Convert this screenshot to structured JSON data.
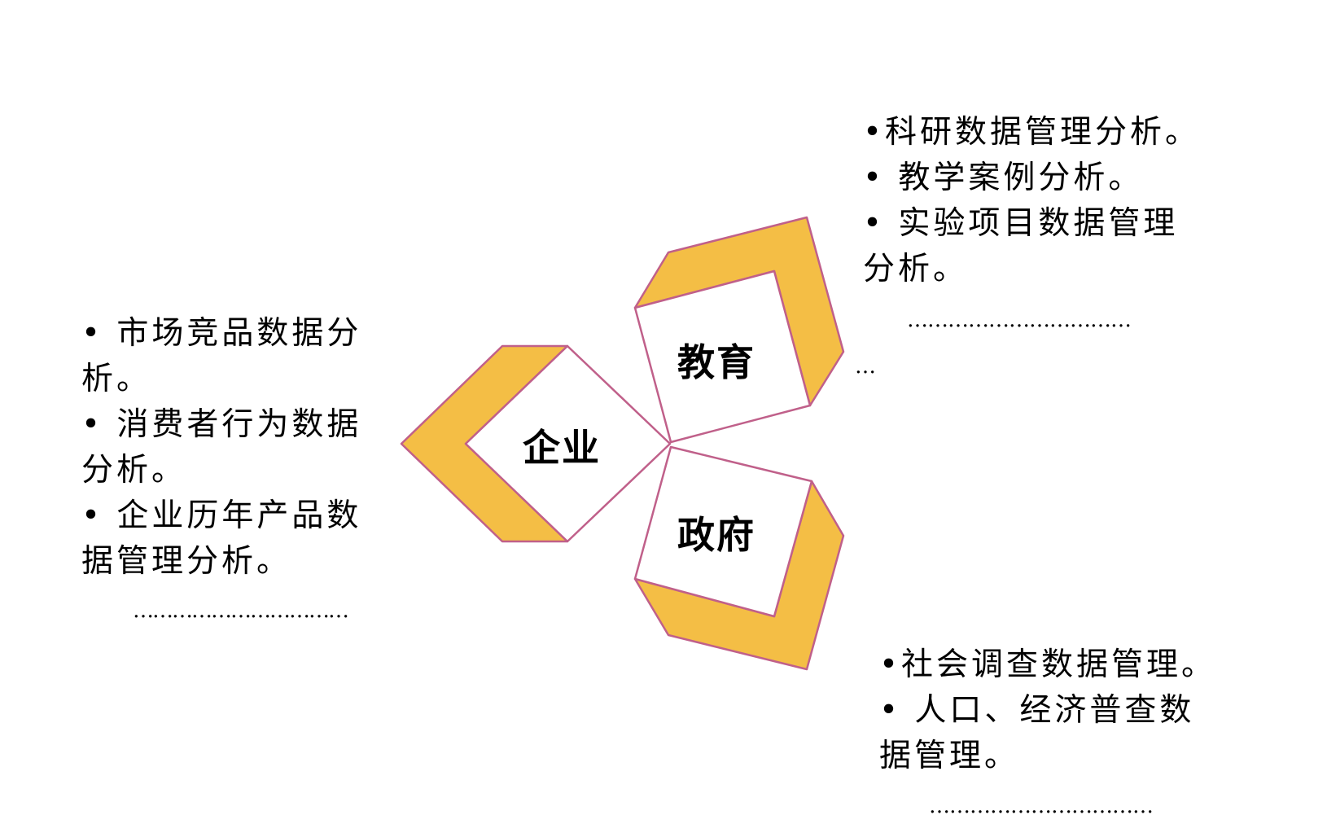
{
  "colors": {
    "fill": "#F4BE45",
    "stroke": "#C0608A",
    "face": "#FFFFFF"
  },
  "sectors": [
    {
      "label": "企业",
      "items": [
        "• 市场竞品数据分析。",
        "• 消费者行为数据分析。",
        "• 企业历年产品数据管理分析。"
      ],
      "more": "……………………………"
    },
    {
      "label": "教育",
      "items": [
        "•科研数据管理分析。",
        "• 教学案例分析。",
        "• 实验项目数据管理分析。"
      ],
      "more": "……………………………",
      "more_tail": "…"
    },
    {
      "label": "政府",
      "items": [
        "•社会调查数据管理。",
        "• 人口、经济普查数据管理。"
      ],
      "more": "……………………………"
    }
  ]
}
